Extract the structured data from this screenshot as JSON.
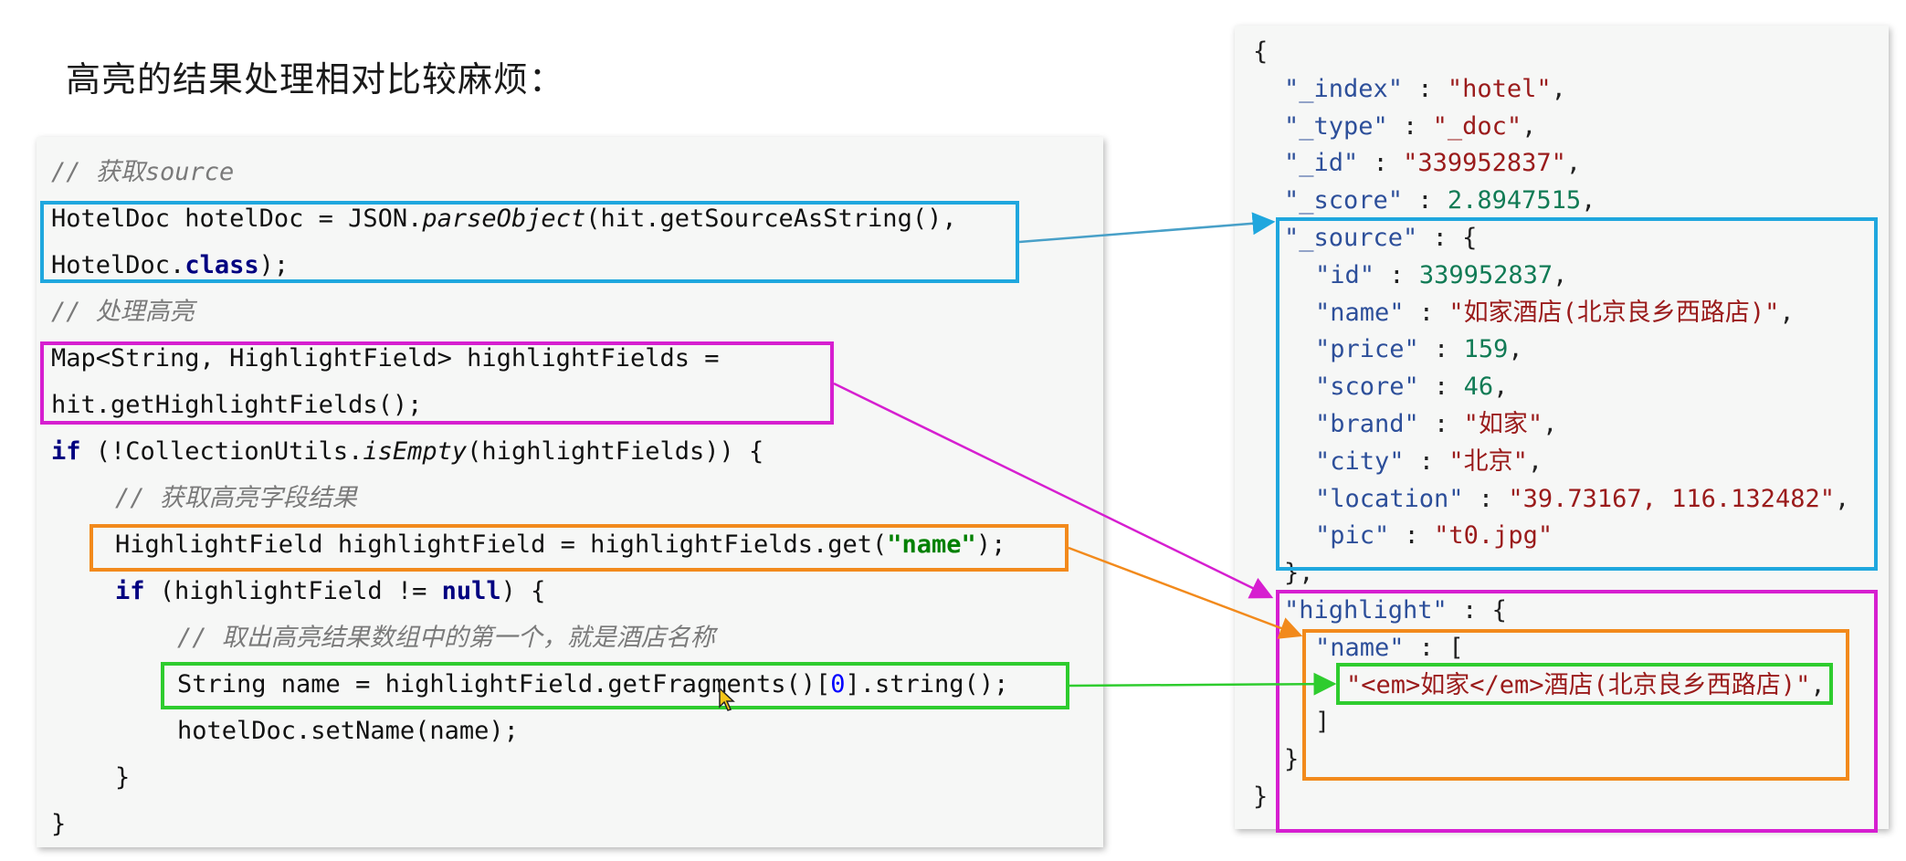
{
  "title": "高亮的结果处理相对比较麻烦：",
  "code": {
    "lines": [
      {
        "segments": [
          {
            "cls": "cmt",
            "text": "// 获取source"
          }
        ]
      },
      {
        "segments": [
          {
            "cls": "",
            "text": "HotelDoc hotelDoc = JSON."
          },
          {
            "cls": "it",
            "text": "parseObject"
          },
          {
            "cls": "",
            "text": "(hit.getSourceAsString(),"
          }
        ]
      },
      {
        "segments": [
          {
            "cls": "",
            "text": "HotelDoc."
          },
          {
            "cls": "kw",
            "text": "class"
          },
          {
            "cls": "",
            "text": ");"
          }
        ]
      },
      {
        "segments": [
          {
            "cls": "cmt",
            "text": "// 处理高亮"
          }
        ]
      },
      {
        "segments": [
          {
            "cls": "",
            "text": "Map<String, HighlightField> highlightFields ="
          }
        ]
      },
      {
        "segments": [
          {
            "cls": "",
            "text": "hit.getHighlightFields();"
          }
        ]
      },
      {
        "segments": [
          {
            "cls": "kw",
            "text": "if"
          },
          {
            "cls": "",
            "text": " (!CollectionUtils."
          },
          {
            "cls": "it",
            "text": "isEmpty"
          },
          {
            "cls": "",
            "text": "(highlightFields)) {"
          }
        ]
      },
      {
        "segments": [
          {
            "cls": "cmt",
            "text": "// 获取高亮字段结果"
          }
        ]
      },
      {
        "segments": [
          {
            "cls": "",
            "text": "HighlightField highlightField = highlightFields.get("
          },
          {
            "cls": "str",
            "text": "\"name\""
          },
          {
            "cls": "",
            "text": ");"
          }
        ]
      },
      {
        "segments": [
          {
            "cls": "kw",
            "text": "if"
          },
          {
            "cls": "",
            "text": " (highlightField != "
          },
          {
            "cls": "kw",
            "text": "null"
          },
          {
            "cls": "",
            "text": ") {"
          }
        ]
      },
      {
        "segments": [
          {
            "cls": "cmt",
            "text": "// 取出高亮结果数组中的第一个，就是酒店名称"
          }
        ]
      },
      {
        "segments": [
          {
            "cls": "",
            "text": "String name = highlightField.getFragments()["
          },
          {
            "cls": "num",
            "text": "0"
          },
          {
            "cls": "",
            "text": "].string();"
          }
        ]
      },
      {
        "segments": [
          {
            "cls": "",
            "text": "hotelDoc.setName(name);"
          }
        ]
      },
      {
        "segments": [
          {
            "cls": "",
            "text": "}"
          }
        ]
      },
      {
        "segments": [
          {
            "cls": "",
            "text": "}"
          }
        ]
      }
    ]
  },
  "json": {
    "lines": [
      {
        "segments": [
          {
            "cls": "jp",
            "text": "{"
          }
        ]
      },
      {
        "segments": [
          {
            "cls": "jk",
            "text": "\"_index\""
          },
          {
            "cls": "jp",
            "text": " : "
          },
          {
            "cls": "js",
            "text": "\"hotel\""
          },
          {
            "cls": "jp",
            "text": ","
          }
        ]
      },
      {
        "segments": [
          {
            "cls": "jk",
            "text": "\"_type\""
          },
          {
            "cls": "jp",
            "text": " : "
          },
          {
            "cls": "js",
            "text": "\"_doc\""
          },
          {
            "cls": "jp",
            "text": ","
          }
        ]
      },
      {
        "segments": [
          {
            "cls": "jk",
            "text": "\"_id\""
          },
          {
            "cls": "jp",
            "text": " : "
          },
          {
            "cls": "js",
            "text": "\"339952837\""
          },
          {
            "cls": "jp",
            "text": ","
          }
        ]
      },
      {
        "segments": [
          {
            "cls": "jk",
            "text": "\"_score\""
          },
          {
            "cls": "jp",
            "text": " : "
          },
          {
            "cls": "jn",
            "text": "2.8947515"
          },
          {
            "cls": "jp",
            "text": ","
          }
        ]
      },
      {
        "segments": [
          {
            "cls": "jk",
            "text": "\"_source\""
          },
          {
            "cls": "jp",
            "text": " : {"
          }
        ]
      },
      {
        "segments": [
          {
            "cls": "jk",
            "text": "\"id\""
          },
          {
            "cls": "jp",
            "text": " : "
          },
          {
            "cls": "jn",
            "text": "339952837"
          },
          {
            "cls": "jp",
            "text": ","
          }
        ]
      },
      {
        "segments": [
          {
            "cls": "jk",
            "text": "\"name\""
          },
          {
            "cls": "jp",
            "text": " : "
          },
          {
            "cls": "js",
            "text": "\"如家酒店(北京良乡西路店)\""
          },
          {
            "cls": "jp",
            "text": ","
          }
        ]
      },
      {
        "segments": [
          {
            "cls": "jk",
            "text": "\"price\""
          },
          {
            "cls": "jp",
            "text": " : "
          },
          {
            "cls": "jn",
            "text": "159"
          },
          {
            "cls": "jp",
            "text": ","
          }
        ]
      },
      {
        "segments": [
          {
            "cls": "jk",
            "text": "\"score\""
          },
          {
            "cls": "jp",
            "text": " : "
          },
          {
            "cls": "jn",
            "text": "46"
          },
          {
            "cls": "jp",
            "text": ","
          }
        ]
      },
      {
        "segments": [
          {
            "cls": "jk",
            "text": "\"brand\""
          },
          {
            "cls": "jp",
            "text": " : "
          },
          {
            "cls": "js",
            "text": "\"如家\""
          },
          {
            "cls": "jp",
            "text": ","
          }
        ]
      },
      {
        "segments": [
          {
            "cls": "jk",
            "text": "\"city\""
          },
          {
            "cls": "jp",
            "text": " : "
          },
          {
            "cls": "js",
            "text": "\"北京\""
          },
          {
            "cls": "jp",
            "text": ","
          }
        ]
      },
      {
        "segments": [
          {
            "cls": "jk",
            "text": "\"location\""
          },
          {
            "cls": "jp",
            "text": " : "
          },
          {
            "cls": "js",
            "text": "\"39.73167, 116.132482\""
          },
          {
            "cls": "jp",
            "text": ","
          }
        ]
      },
      {
        "segments": [
          {
            "cls": "jk",
            "text": "\"pic\""
          },
          {
            "cls": "jp",
            "text": " : "
          },
          {
            "cls": "js",
            "text": "\"t0.jpg\""
          }
        ]
      },
      {
        "segments": [
          {
            "cls": "jp",
            "text": "},"
          }
        ]
      },
      {
        "segments": [
          {
            "cls": "jk",
            "text": "\"highlight\""
          },
          {
            "cls": "jp",
            "text": " : {"
          }
        ]
      },
      {
        "segments": [
          {
            "cls": "jk",
            "text": "\"name\""
          },
          {
            "cls": "jp",
            "text": " : ["
          }
        ]
      },
      {
        "segments": [
          {
            "cls": "js",
            "text": "\"<em>如家</em>酒店(北京良乡西路店)\""
          },
          {
            "cls": "jp",
            "text": ","
          }
        ]
      },
      {
        "segments": [
          {
            "cls": "jp",
            "text": "]"
          }
        ]
      },
      {
        "segments": [
          {
            "cls": "jp",
            "text": "}"
          }
        ]
      },
      {
        "segments": [
          {
            "cls": "jp",
            "text": "}"
          }
        ]
      }
    ]
  },
  "colors": {
    "source_box": "#1fa7de",
    "highlight_box": "#d61fd0",
    "get_box": "#f28a1c",
    "fragment_box": "#2ecc2e"
  }
}
